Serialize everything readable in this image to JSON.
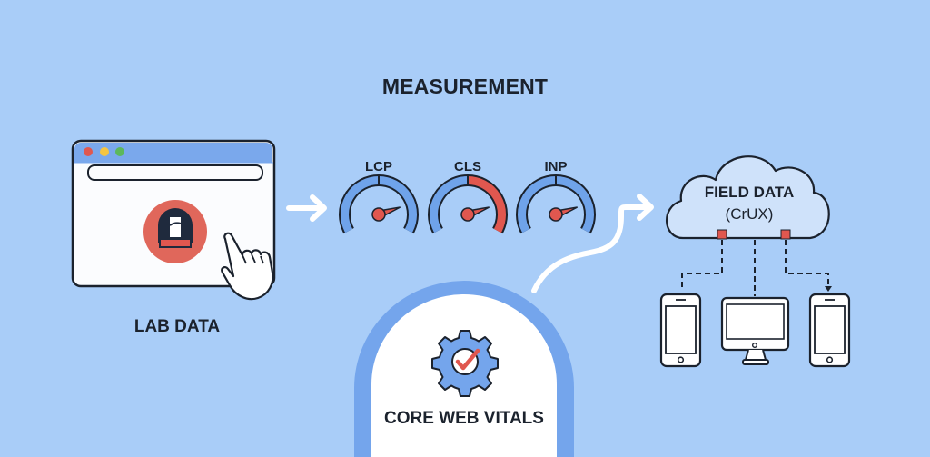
{
  "title": "MEASUREMENT",
  "lab": {
    "label": "LAB DATA",
    "window_dots": [
      "#e0574f",
      "#f4c542",
      "#5cb85c"
    ],
    "logo_color": "#e0675b"
  },
  "gauges": [
    {
      "label": "LCP",
      "needle_fraction": 0.8,
      "highlight": "none"
    },
    {
      "label": "CLS",
      "needle_fraction": 0.8,
      "highlight": "right-half-red"
    },
    {
      "label": "INP",
      "needle_fraction": 0.8,
      "highlight": "none"
    }
  ],
  "field": {
    "title": "FIELD DATA",
    "subtitle": "(CrUX)",
    "devices": [
      "mobile-phone",
      "desktop-monitor",
      "mobile-phone"
    ]
  },
  "core": {
    "label": "CORE WEB VITALS"
  },
  "colors": {
    "background": "#a9cdf8",
    "accent_blue": "#6fa3ea",
    "accent_red": "#e0574f",
    "outline": "#1b222d"
  }
}
